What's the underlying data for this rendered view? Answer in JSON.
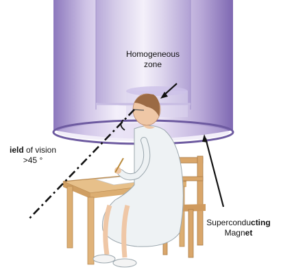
{
  "labels": {
    "homogeneous_line1": "Homogeneous",
    "homogeneous_line2": "zone",
    "field_line1_prefix": "ield",
    "field_line1_rest": " of vision",
    "field_line2": ">45 °",
    "magnet_line1_regular": "Supercondu",
    "magnet_line1_bold": "cting",
    "magnet_line2_regular": "Magn",
    "magnet_line2_bold": "et"
  },
  "colors": {
    "magnet_light": "#e9e2f3",
    "magnet_mid": "#b9a9d8",
    "magnet_dark": "#8c78bd",
    "magnet_ring": "#6d5aa0",
    "table_wood": "#e7c08a",
    "table_edge": "#b78850",
    "chair_wood": "#d9a66a",
    "gown": "#eef2f4",
    "skin": "#efc7a6",
    "hair": "#9b6a44"
  }
}
